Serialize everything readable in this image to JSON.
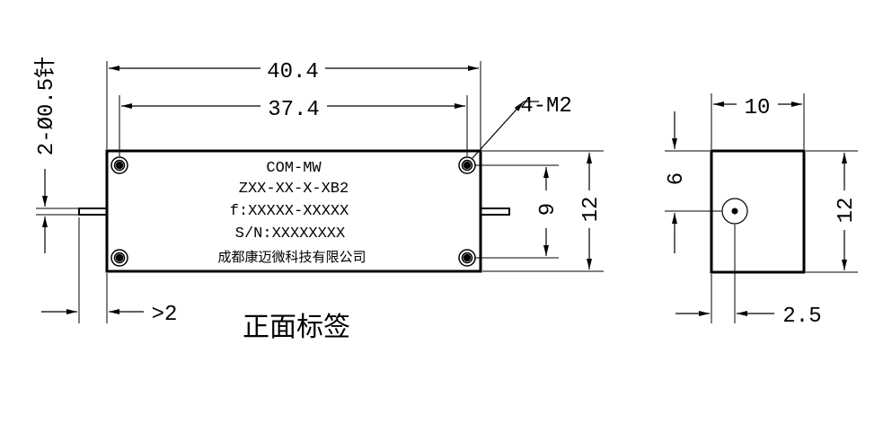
{
  "front_view": {
    "dim_overall_width": "40.4",
    "dim_hole_spacing": "37.4",
    "screw_callout": "4-M2",
    "pin_callout": "2-Ø0.5针",
    "dim_hole_vertical": "9",
    "dim_height": "12",
    "dim_pin_length": ">2",
    "label_lines": [
      "COM-MW",
      "ZXX-XX-X-XB2",
      "f:XXXXX-XXXXX",
      "S/N:XXXXXXXX",
      "成都康迈微科技有限公司"
    ],
    "caption": "正面标签"
  },
  "side_view": {
    "dim_width": "10",
    "dim_pin_height": "6",
    "dim_height": "12",
    "dim_pin_offset": "2.5"
  }
}
